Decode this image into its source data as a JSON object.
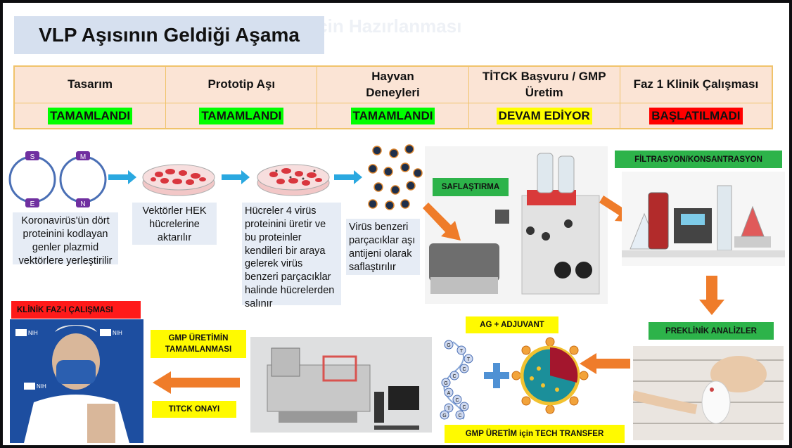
{
  "title": "VLP Aşısının Geldiği Aşama",
  "ghost_title": "için Hazırlanması",
  "stages": [
    {
      "name": "Tasarım",
      "status": "TAMAMLANDI",
      "color": "#00ff00"
    },
    {
      "name": "Prototip Aşı",
      "status": "TAMAMLANDI",
      "color": "#00ff00"
    },
    {
      "name": "Hayvan Deneyleri",
      "status": "TAMAMLANDI",
      "color": "#00ff00"
    },
    {
      "name": "TİTCK Başvuru / GMP Üretim",
      "status": "DEVAM EDİYOR",
      "color": "#ffff00"
    },
    {
      "name": "Faz 1 Klinik Çalışması",
      "status": "BAŞLATILMADI",
      "color": "#ff0000"
    }
  ],
  "plasmid_letters": {
    "s": "S",
    "e": "E",
    "m": "M",
    "n": "N"
  },
  "steps": {
    "plasmid_text": "Koronavirüs'ün dört proteinini kodlayan genler plazmid vektörlere yerleştirilir",
    "hek_text": "Vektörler HEK hücrelerine aktarılır",
    "release_text": "Hücreler 4 virüs proteinini üretir ve bu proteinler kendileri bir araya gelerek virüs benzeri parçacıklar halinde hücrelerden salınır",
    "purify_text": "Virüs benzeri parçacıklar aşı antijeni olarak saflaştırılır"
  },
  "labels": {
    "saflastirma": "SAFLAŞTIRMA",
    "filtrasyon": "FİLTRASYON/KONSANTRASYON",
    "preklinik": "PREKLİNİK ANALİZLER",
    "ag_adjuvant": "AG + ADJUVANT",
    "tech_transfer": "GMP ÜRETİM için TECH TRANSFER",
    "gmp_complete": "GMP ÜRETİMİN TAMAMLANMASI",
    "titck": "TITCK ONAYI",
    "klinik": "KLİNİK FAZ-I ÇALIŞMASI"
  },
  "dna_letters": [
    "G",
    "T",
    "T",
    "C",
    "C",
    "G",
    "A",
    "C",
    "C",
    "T",
    "G",
    "C"
  ],
  "logo_text": "NIH"
}
